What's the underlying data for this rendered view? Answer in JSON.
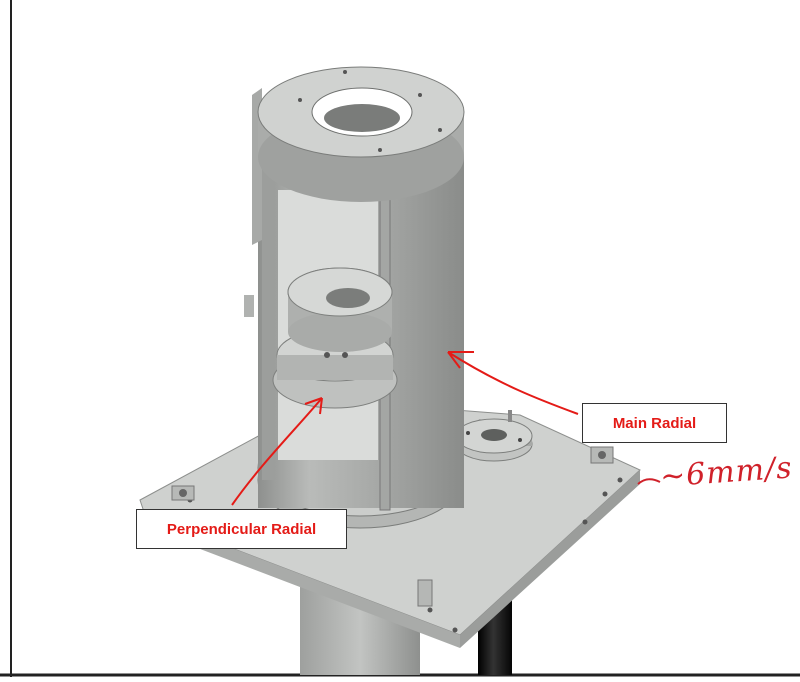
{
  "annotations": {
    "main_radial": "Main Radial",
    "perpendicular_radial": "Perpendicular Radial",
    "speed_note": "~6mm/s"
  },
  "colors": {
    "annotation_red": "#e41b17",
    "model_grey": "#c4c6c4",
    "model_dark": "#9a9c9a",
    "rod_black": "#111111"
  }
}
